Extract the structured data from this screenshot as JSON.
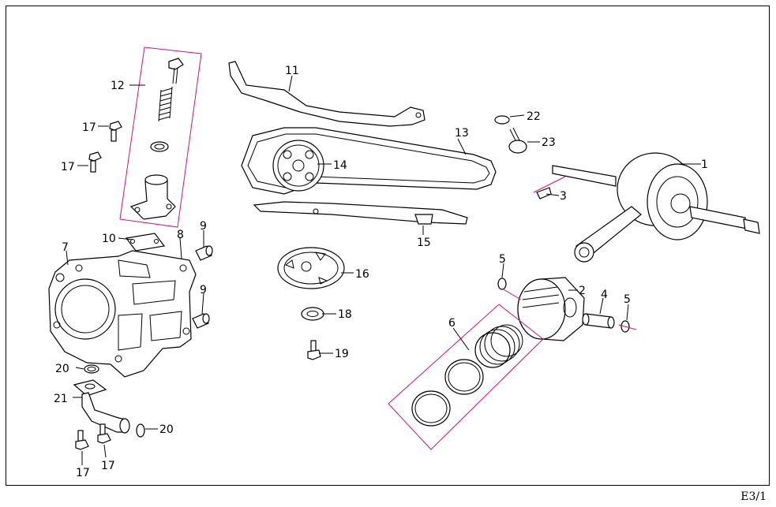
{
  "footer": {
    "page_code": "E3/1"
  },
  "colors": {
    "group_outline": "#d01080",
    "leader_line": "#d01080",
    "ink": "#000000"
  },
  "callouts": [
    {
      "id": "c1",
      "label": "1"
    },
    {
      "id": "c2",
      "label": "2"
    },
    {
      "id": "c3",
      "label": "3"
    },
    {
      "id": "c4",
      "label": "4"
    },
    {
      "id": "c5a",
      "label": "5"
    },
    {
      "id": "c5b",
      "label": "5"
    },
    {
      "id": "c6",
      "label": "6"
    },
    {
      "id": "c7",
      "label": "7"
    },
    {
      "id": "c8",
      "label": "8"
    },
    {
      "id": "c9a",
      "label": "9"
    },
    {
      "id": "c9b",
      "label": "9"
    },
    {
      "id": "c10",
      "label": "10"
    },
    {
      "id": "c11",
      "label": "11"
    },
    {
      "id": "c12",
      "label": "12"
    },
    {
      "id": "c13",
      "label": "13"
    },
    {
      "id": "c14",
      "label": "14"
    },
    {
      "id": "c15",
      "label": "15"
    },
    {
      "id": "c16",
      "label": "16"
    },
    {
      "id": "c17a",
      "label": "17"
    },
    {
      "id": "c17b",
      "label": "17"
    },
    {
      "id": "c17c",
      "label": "17"
    },
    {
      "id": "c17d",
      "label": "17"
    },
    {
      "id": "c18",
      "label": "18"
    },
    {
      "id": "c19",
      "label": "19"
    },
    {
      "id": "c20a",
      "label": "20"
    },
    {
      "id": "c20b",
      "label": "20"
    },
    {
      "id": "c21",
      "label": "21"
    },
    {
      "id": "c22",
      "label": "22"
    },
    {
      "id": "c23",
      "label": "23"
    }
  ]
}
